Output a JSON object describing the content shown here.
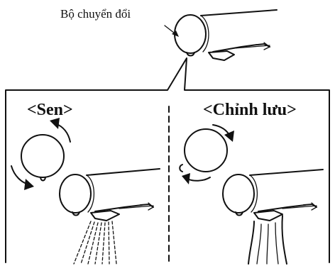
{
  "diagram": {
    "callout_label": "Bộ chuyển đổi",
    "modes": [
      {
        "label": "<Sen>",
        "rotation": "counterclockwise"
      },
      {
        "label": "<Chỉnh lưu>",
        "rotation": "clockwise"
      }
    ],
    "colors": {
      "ink": "#111111",
      "background": "#ffffff"
    }
  }
}
